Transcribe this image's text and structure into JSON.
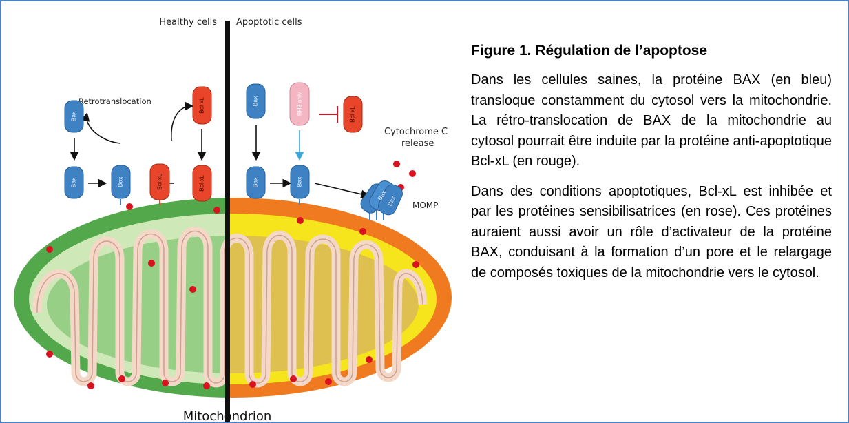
{
  "diagram": {
    "header_left": "Healthy cells",
    "header_right": "Apoptotic cells",
    "retrotranslocation": "Retrotranslocation",
    "cytochrome_line1": "Cytochrome C",
    "cytochrome_line2": "release",
    "momp": "MOMP",
    "mitochondrion": "Mitochondrion",
    "bax_label": "Bax",
    "bclxl_label": "Bcl-xL",
    "bh3_label": "BH3 only",
    "colors": {
      "bax": "#3e82c4",
      "bclxl": "#e8452a",
      "bh3": "#f4b6c2",
      "healthy_outer": "#52a84a",
      "healthy_inner": "#cfe8b8",
      "apoptotic_outer": "#f07a20",
      "apoptotic_inner": "#f6e51c",
      "crista": "#f3d8c8",
      "dot": "#d8121f",
      "frame": "#4f81bd"
    }
  },
  "caption": {
    "title": "Figure 1. Régulation de l’apoptose",
    "paragraph1": "Dans les cellules saines, la protéine BAX (en bleu) transloque constamment du cytosol vers la mitochondrie. La rétro-translocation de BAX de la mitochondrie au cytosol pourrait être induite par la protéine anti-apoptotique Bcl-xL (en rouge).",
    "paragraph2": "Dans des conditions apoptotiques, Bcl-xL est inhibée et par les protéines sensibilisatrices (en rose). Ces protéines auraient aussi avoir un rôle d’activateur de la protéine BAX, conduisant à la formation d’un pore et le relargage de composés toxiques de la mitochondrie vers le cytosol."
  }
}
